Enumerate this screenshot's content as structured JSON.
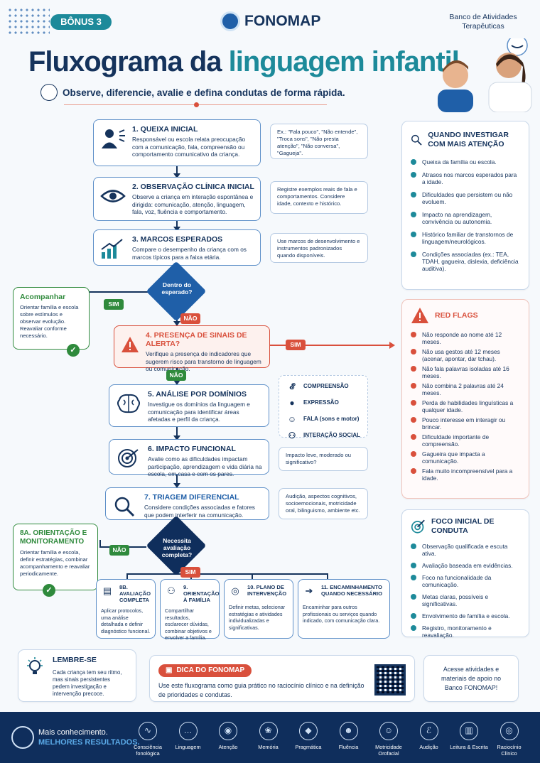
{
  "header": {
    "badge": "BÔNUS 3",
    "logo": "FONOMAP",
    "bank": "Banco de Atividades Terapêuticas",
    "title_part1": "Fluxograma da",
    "title_part2": "linguagem infantil",
    "subtitle": "Observe, diferencie, avalie e defina condutas de forma rápida."
  },
  "steps": [
    {
      "title": "1. QUEIXA INICIAL",
      "text": "Responsável ou escola relata preocupação com a comunicação, fala, compreensão ou comportamento comunicativo da criança.",
      "icon": "person-speaking-icon"
    },
    {
      "title": "2. OBSERVAÇÃO CLÍNICA INICIAL",
      "text": "Observe a criança em interação espontânea e dirigida: comunicação, atenção, linguagem, fala, voz, fluência e comportamento.",
      "icon": "eye-icon"
    },
    {
      "title": "3. MARCOS ESPERADOS",
      "text": "Compare o desempenho da criança com os marcos típicos para a faixa etária.",
      "icon": "growth-chart-icon"
    },
    {
      "title": "4. PRESENÇA DE SINAIS DE ALERTA?",
      "text": "Verifique a presença de indicadores que sugerem risco para transtorno de linguagem ou comunicação.",
      "icon": "warning-icon"
    },
    {
      "title": "5. ANÁLISE POR DOMÍNIOS",
      "text": "Investigue os domínios da linguagem e comunicação para identificar áreas afetadas e perfil da criança.",
      "icon": "brain-icon"
    },
    {
      "title": "6. IMPACTO FUNCIONAL",
      "text": "Avalie como as dificuldades impactam participação, aprendizagem e vida diária na escola, em casa e com os pares.",
      "icon": "target-icon"
    },
    {
      "title": "7. TRIAGEM DIFERENCIAL",
      "text": "Considere condições associadas e fatores que podem interferir na comunicação.",
      "icon": "magnifier-icon"
    }
  ],
  "notes": {
    "n1": "Ex.: \"Fala pouco\", \"Não entende\", \"Troca sons\", \"Não presta atenção\", \"Não conversa\", \"Gagueja\".",
    "n2": "Registre exemplos reais de fala e comportamentos. Considere idade, contexto e histórico.",
    "n3": "Use marcos de desenvolvimento e instrumentos padronizados quando disponíveis.",
    "n6": "Impacto leve, moderado ou significativo?",
    "n7": "Audição, aspectos cognitivos, socioemocionais, motricidade oral, bilinguismo, ambiente etc."
  },
  "domains": [
    {
      "label": "COMPREENSÃO",
      "icon": "ear-icon"
    },
    {
      "label": "EXPRESSÃO",
      "icon": "speech-bubble-icon"
    },
    {
      "label": "FALA (sons e motor)",
      "icon": "person-icon"
    },
    {
      "label": "INTERAÇÃO SOCIAL",
      "icon": "group-icon"
    }
  ],
  "decisions": {
    "d1": "Dentro do esperado?",
    "d2": "Necessita avaliação completa?",
    "sim": "SIM",
    "nao": "NÃO"
  },
  "acompanhar": {
    "title": "Acompanhar",
    "text": "Orientar família e escola sobre estímulos e observar evolução. Reavaliar conforme necessário."
  },
  "orientacao": {
    "title": "8A. ORIENTAÇÃO E MONITORAMENTO",
    "text": "Orientar família e escola, definir estratégias, combinar acompanhamento e reavaliar periodicamente."
  },
  "bottom_steps": [
    {
      "title": "8B. AVALIAÇÃO COMPLETA",
      "text": "Aplicar protocolos, uma análise detalhada e definir diagnóstico funcional.",
      "icon": "clipboard-icon"
    },
    {
      "title": "9. ORIENTAÇÃO À FAMÍLIA",
      "text": "Compartilhar resultados, esclarecer dúvidas, combinar objetivos e envolver a família.",
      "icon": "family-icon"
    },
    {
      "title": "10. PLANO DE INTERVENÇÃO",
      "text": "Definir metas, selecionar estratégias e atividades individualizadas e significativas.",
      "icon": "plan-target-icon"
    },
    {
      "title": "11. ENCAMINHAMENTO QUANDO NECESSÁRIO",
      "text": "Encaminhar para outros profissionais ou serviços quando indicado, com comunicação clara.",
      "icon": "arrow-right-icon"
    }
  ],
  "investigar": {
    "title": "QUANDO INVESTIGAR COM MAIS ATENÇÃO",
    "items": [
      "Queixa da família ou escola.",
      "Atrasos nos marcos esperados para a idade.",
      "Dificuldades que persistem ou não evoluem.",
      "Impacto na aprendizagem, convivência ou autonomia.",
      "Histórico familiar de transtornos de linguagem/neurológicos.",
      "Condições associadas (ex.: TEA, TDAH, gagueira, dislexia, deficiência auditiva)."
    ]
  },
  "redflags": {
    "title": "RED FLAGS",
    "items": [
      "Não responde ao nome até 12 meses.",
      "Não usa gestos até 12 meses (acenar, apontar, dar tchau).",
      "Não fala palavras isoladas até 16 meses.",
      "Não combina 2 palavras até 24 meses.",
      "Perda de habilidades linguísticas a qualquer idade.",
      "Pouco interesse em interagir ou brincar.",
      "Dificuldade importante de compreensão.",
      "Gagueira que impacta a comunicação.",
      "Fala muito incompreensível para a idade."
    ]
  },
  "foco": {
    "title": "FOCO INICIAL DE CONDUTA",
    "items": [
      "Observação qualificada e escuta ativa.",
      "Avaliação baseada em evidências.",
      "Foco na funcionalidade da comunicação.",
      "Metas claras, possíveis e significativas.",
      "Envolvimento de família e escola.",
      "Registro, monitoramento e reavaliação."
    ]
  },
  "lembre": {
    "title": "LEMBRE-SE",
    "text": "Cada criança tem seu ritmo, mas sinais persistentes pedem investigação e intervenção precoce."
  },
  "dica": {
    "title": "DICA DO FONOMAP",
    "text": "Use este fluxograma como guia prático no raciocínio clínico e na definição de prioridades e condutas."
  },
  "acesse": {
    "text": "Acesse atividades e materiais de apoio no Banco FONOMAP!"
  },
  "footer": {
    "line1": "Mais conhecimento.",
    "line2": "MELHORES RESULTADOS.",
    "items": [
      {
        "label": "Consciência fonológica",
        "icon": "waveform-icon"
      },
      {
        "label": "Linguagem",
        "icon": "chat-icon"
      },
      {
        "label": "Atenção",
        "icon": "eye-icon"
      },
      {
        "label": "Memória",
        "icon": "brain-icon"
      },
      {
        "label": "Pragmática",
        "icon": "tag-icon"
      },
      {
        "label": "Fluência",
        "icon": "head-icon"
      },
      {
        "label": "Motricidade Orofacial",
        "icon": "face-icon"
      },
      {
        "label": "Audição",
        "icon": "ear-icon"
      },
      {
        "label": "Leitura & Escrita",
        "icon": "book-icon"
      },
      {
        "label": "Raciocínio Clínico",
        "icon": "target-icon"
      }
    ]
  }
}
